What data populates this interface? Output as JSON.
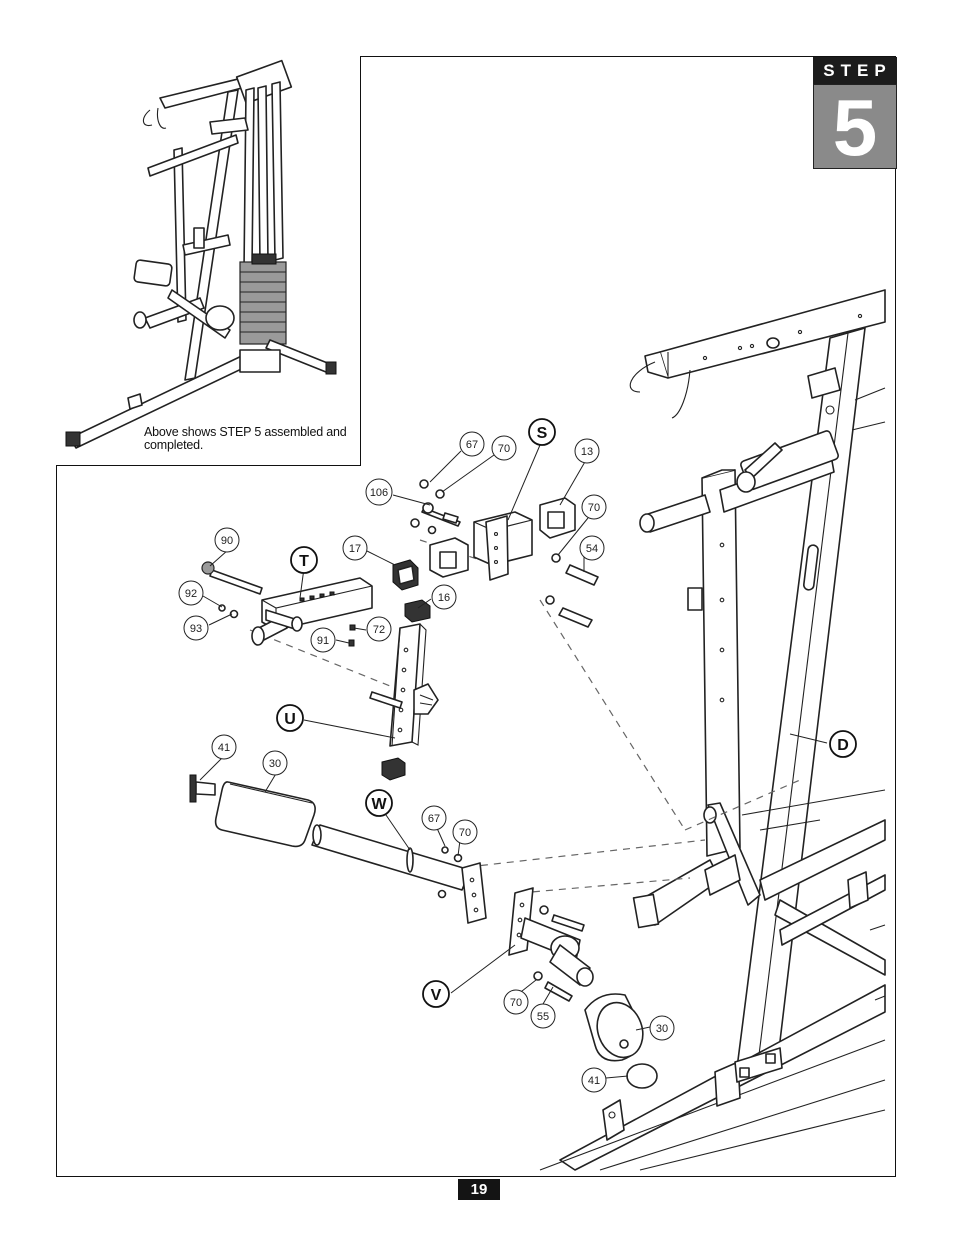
{
  "step": {
    "word": "STEP",
    "number": "5"
  },
  "inset": {
    "caption": "Above shows STEP 5 assembled and completed."
  },
  "page_number": "19",
  "callouts": {
    "c67a": "67",
    "c70a": "70",
    "cS": "S",
    "c13": "13",
    "c106": "106",
    "c70b": "70",
    "c54": "54",
    "c17": "17",
    "c90": "90",
    "cT": "T",
    "c16": "16",
    "c92": "92",
    "c93": "93",
    "c72": "72",
    "c91": "91",
    "cU": "U",
    "c41a": "41",
    "c30a": "30",
    "cW": "W",
    "c67b": "67",
    "c70c": "70",
    "cD": "D",
    "cV": "V",
    "c70d": "70",
    "c55": "55",
    "c30b": "30",
    "c41b": "41"
  },
  "colors": {
    "badge_dark": "#1c1c1c",
    "badge_grey": "#8a8a8a",
    "line": "#222222"
  }
}
